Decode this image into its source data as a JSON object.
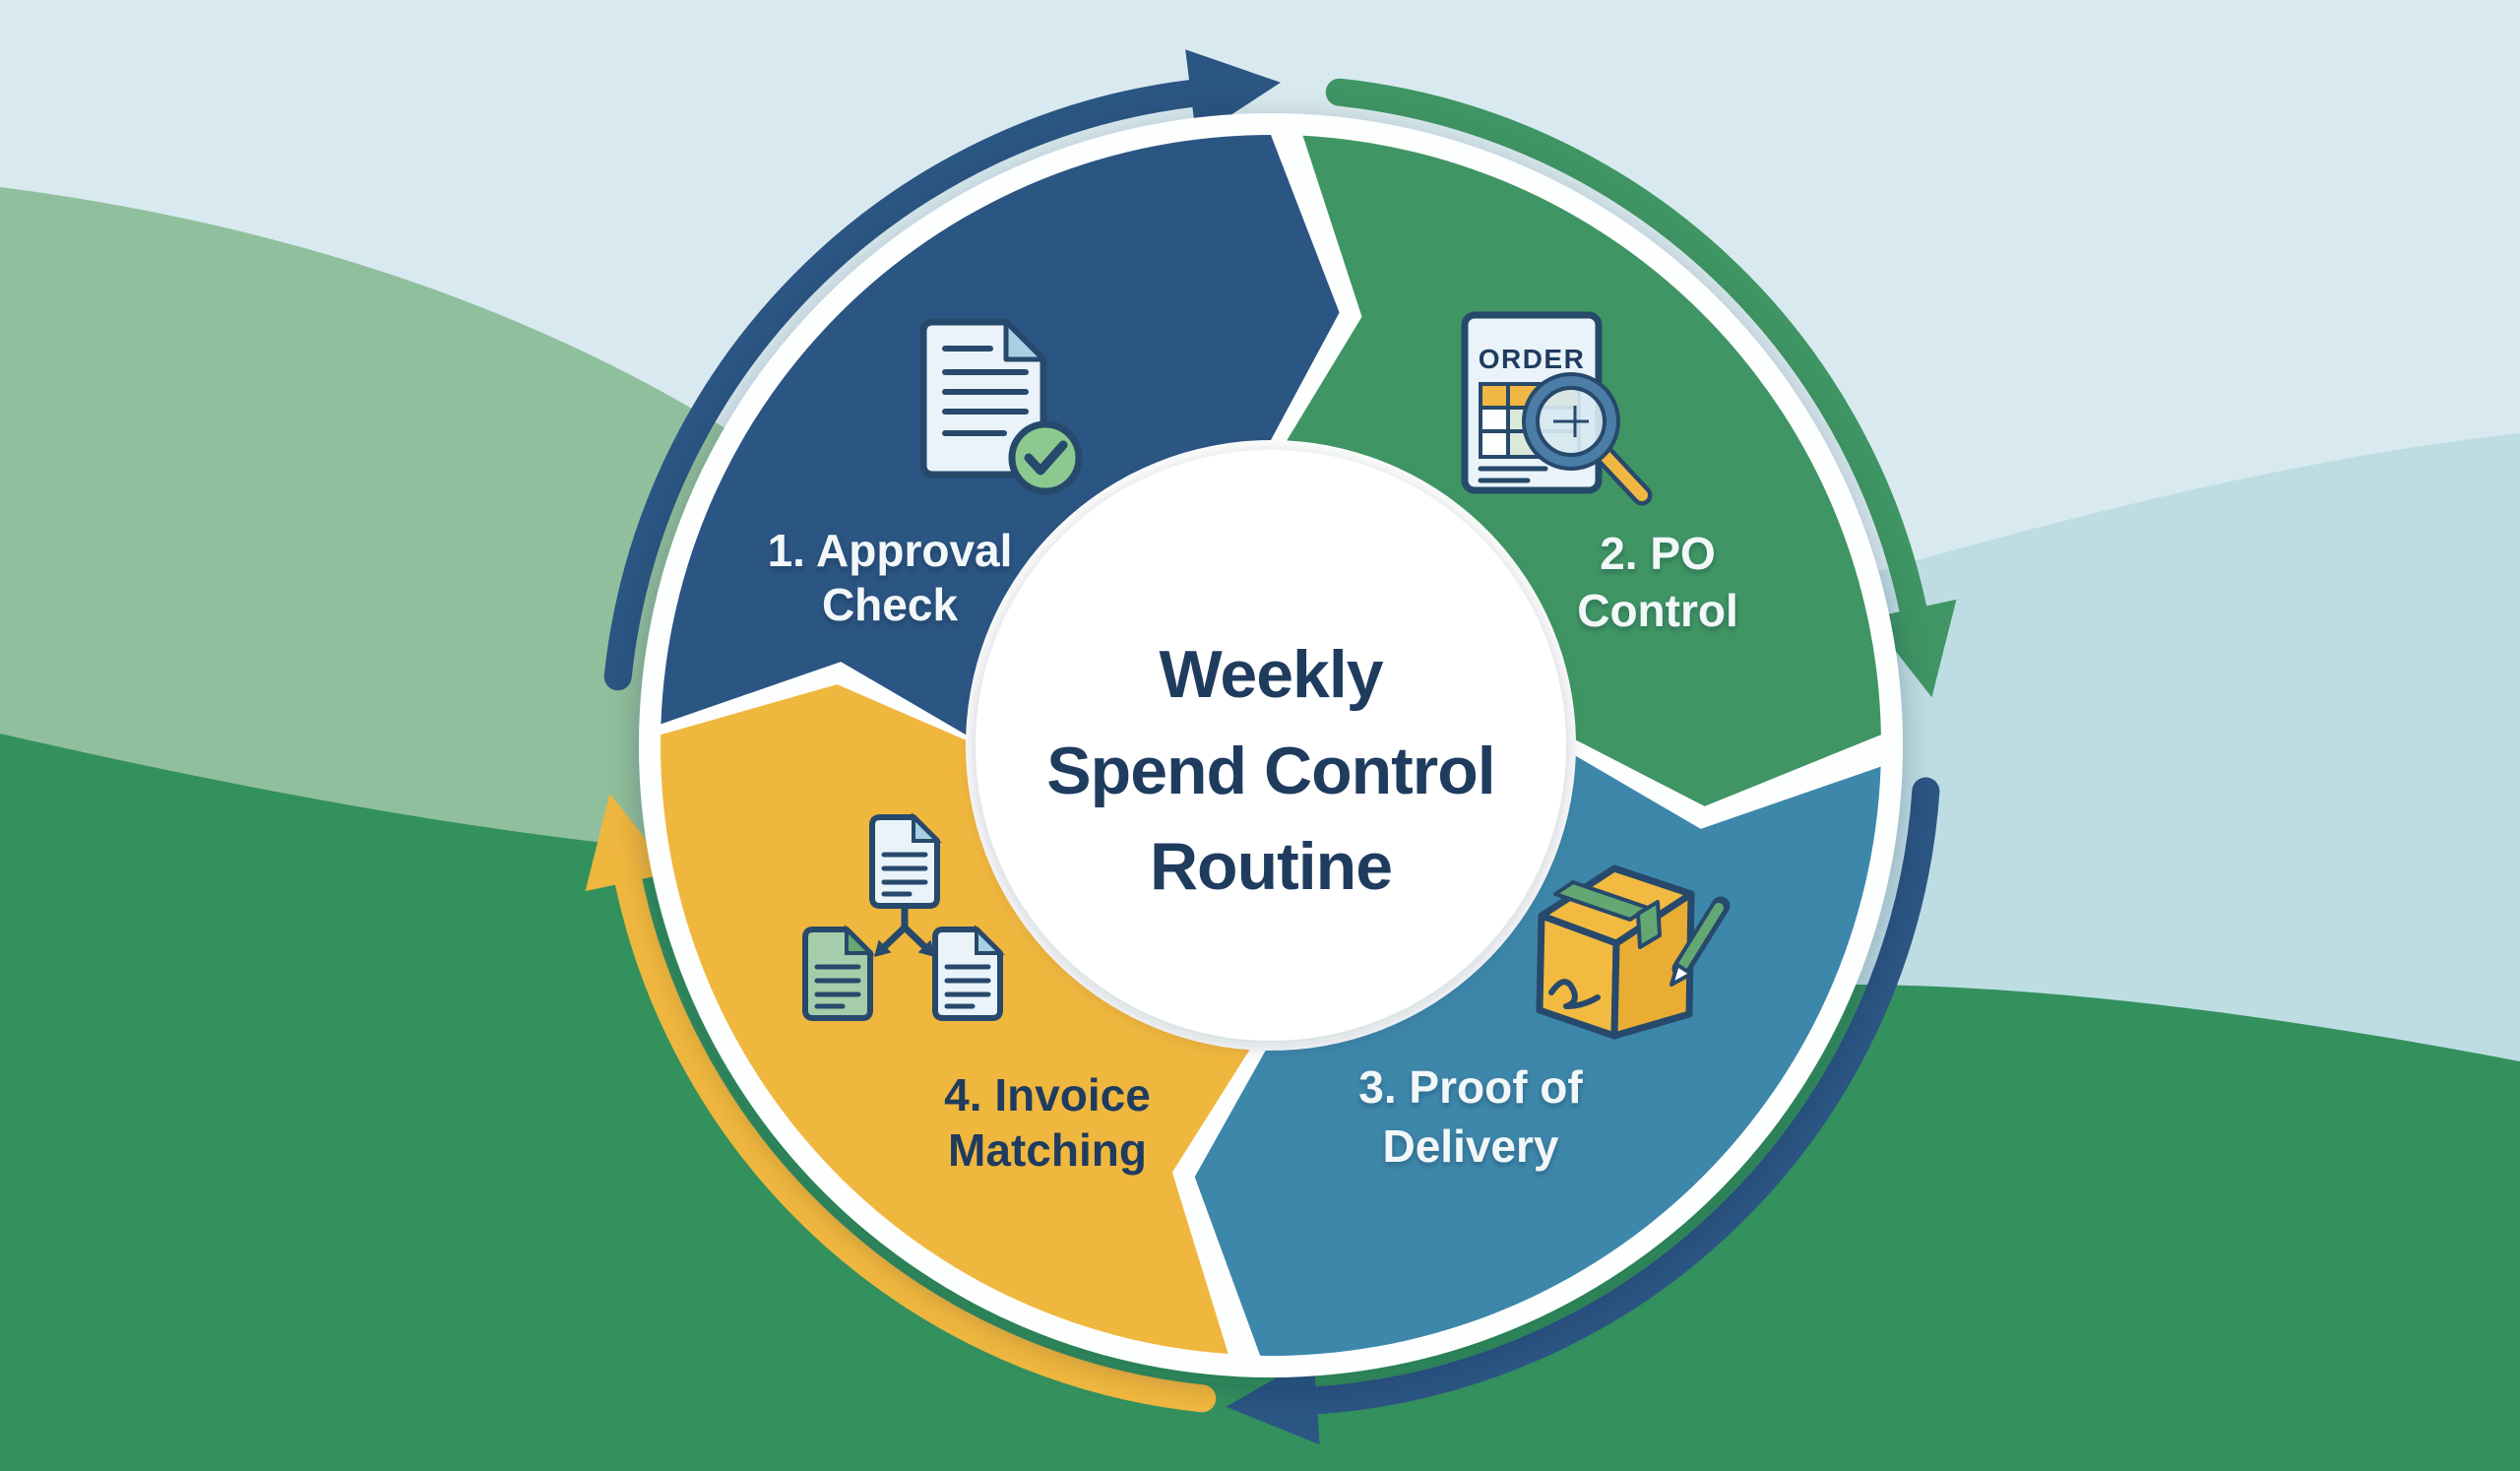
{
  "diagram": {
    "title": {
      "line1": "Weekly",
      "line2": "Spend Control",
      "line3": "Routine"
    },
    "steps": [
      {
        "index": 1,
        "line1": "1. Approval",
        "line2": "Check",
        "icon": "approved-document-icon"
      },
      {
        "index": 2,
        "line1": "2. PO",
        "line2": "Control",
        "icon": "purchase-order-magnifier-icon"
      },
      {
        "index": 3,
        "line1": "3. Proof of",
        "line2": "Delivery",
        "icon": "package-signature-icon"
      },
      {
        "index": 4,
        "line1": "4. Invoice",
        "line2": "Matching",
        "icon": "invoice-matching-icon"
      }
    ],
    "po_document_label": "ORDER",
    "flow_direction": "clockwise"
  },
  "colors": {
    "navy": "#2b5583",
    "green": "#3f9564",
    "teal": "#3d87ab",
    "yellow": "#f0b73e",
    "ring_white": "#fdfefe",
    "title_navy": "#1f3c5f",
    "label_light": "#f2f7f8",
    "outline": "#27496b",
    "bg_sky": "#d8eaef",
    "bg_sage": "#90bf9d",
    "bg_band": "#bedde3",
    "bg_green": "#33915e",
    "doc_fill": "#eaf3f9",
    "doc_fold": "#a9cfe2",
    "doc_green": "#a6cdaa",
    "check_green": "#8cc98f",
    "table_yellow": "#f0b743",
    "accent_green": "#63a873",
    "lens_fill": "#d8e9f2",
    "rim_blue": "#4b7da6",
    "box_yellow": "#f2ba41",
    "box_side": "#eaad33",
    "cell_green": "#d9ead8"
  }
}
